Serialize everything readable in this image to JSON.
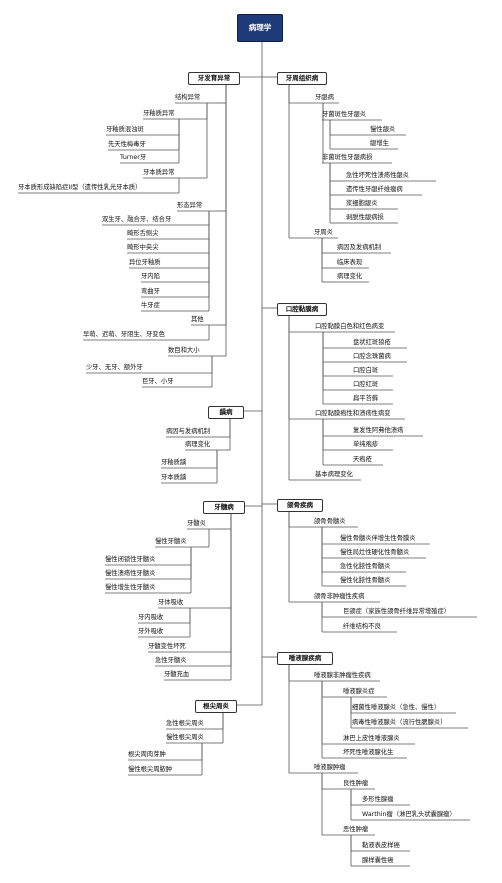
{
  "root": "病理学",
  "nodes": [
    {
      "id": "r",
      "t": "root",
      "label": "病理学"
    },
    {
      "id": "a",
      "t": "box",
      "label": "牙发育异常"
    },
    {
      "id": "a1",
      "t": "lbl",
      "label": "结构异常"
    },
    {
      "id": "a11",
      "t": "lbl",
      "label": "牙釉质异常"
    },
    {
      "id": "a111",
      "t": "lbl",
      "label": "牙釉质混浊斑"
    },
    {
      "id": "a112",
      "t": "lbl",
      "label": "先天性梅毒牙"
    },
    {
      "id": "a113",
      "t": "lbl",
      "label": "Turner牙"
    },
    {
      "id": "a12",
      "t": "lbl",
      "label": "牙本质异常"
    },
    {
      "id": "a121",
      "t": "lbl",
      "label": "牙本质形成缺陷症II型（遗传性乳光牙本质）"
    },
    {
      "id": "a2",
      "t": "lbl",
      "label": "形态异常"
    },
    {
      "id": "a21",
      "t": "lbl",
      "label": "双生牙、融合牙、结合牙"
    },
    {
      "id": "a22",
      "t": "lbl",
      "label": "畸形舌侧尖"
    },
    {
      "id": "a23",
      "t": "lbl",
      "label": "畸形中央尖"
    },
    {
      "id": "a24",
      "t": "lbl",
      "label": "异位牙釉质"
    },
    {
      "id": "a25",
      "t": "lbl",
      "label": "牙内陷"
    },
    {
      "id": "a26",
      "t": "lbl",
      "label": "弯曲牙"
    },
    {
      "id": "a27",
      "t": "lbl",
      "label": "牛牙症"
    },
    {
      "id": "a3",
      "t": "lbl",
      "label": "其他"
    },
    {
      "id": "a31",
      "t": "lbl",
      "label": "早萌、迟萌、牙阻生、牙变色"
    },
    {
      "id": "a4",
      "t": "lbl",
      "label": "数目和大小"
    },
    {
      "id": "a41",
      "t": "lbl",
      "label": "少牙、无牙、额外牙"
    },
    {
      "id": "a42",
      "t": "lbl",
      "label": "巨牙、小牙"
    },
    {
      "id": "b",
      "t": "box",
      "label": "龋病"
    },
    {
      "id": "b1",
      "t": "lbl",
      "label": "病因与发病机制"
    },
    {
      "id": "b2",
      "t": "lbl",
      "label": "病理变化"
    },
    {
      "id": "b21",
      "t": "lbl",
      "label": "牙釉质龋"
    },
    {
      "id": "b22",
      "t": "lbl",
      "label": "牙本质龋"
    },
    {
      "id": "c",
      "t": "box",
      "label": "牙髓病"
    },
    {
      "id": "c1",
      "t": "lbl",
      "label": "牙髓炎"
    },
    {
      "id": "c11",
      "t": "lbl",
      "label": "慢性牙髓炎"
    },
    {
      "id": "c111",
      "t": "lbl",
      "label": "慢性闭锁性牙髓炎"
    },
    {
      "id": "c112",
      "t": "lbl",
      "label": "慢性溃疡性牙髓炎"
    },
    {
      "id": "c113",
      "t": "lbl",
      "label": "慢性增生性牙髓炎"
    },
    {
      "id": "c2",
      "t": "lbl",
      "label": "牙体吸收"
    },
    {
      "id": "c21",
      "t": "lbl",
      "label": "牙内吸收"
    },
    {
      "id": "c22",
      "t": "lbl",
      "label": "牙外吸收"
    },
    {
      "id": "c3",
      "t": "lbl",
      "label": "牙髓变性坏死"
    },
    {
      "id": "c4",
      "t": "lbl",
      "label": "急性牙髓炎"
    },
    {
      "id": "c5",
      "t": "lbl",
      "label": "牙髓充血"
    },
    {
      "id": "d",
      "t": "box",
      "label": "根尖周炎"
    },
    {
      "id": "d1",
      "t": "lbl",
      "label": "急性根尖周炎"
    },
    {
      "id": "d2",
      "t": "lbl",
      "label": "慢性根尖周炎"
    },
    {
      "id": "d21",
      "t": "lbl",
      "label": "根尖周肉芽肿"
    },
    {
      "id": "d22",
      "t": "lbl",
      "label": "慢性根尖周脓肿"
    },
    {
      "id": "e",
      "t": "box",
      "label": "牙周组织病"
    },
    {
      "id": "e1",
      "t": "lbl",
      "label": "牙龈病"
    },
    {
      "id": "e11",
      "t": "lbl",
      "label": "牙菌斑性牙龈炎"
    },
    {
      "id": "e111",
      "t": "lbl",
      "label": "慢性龈炎"
    },
    {
      "id": "e112",
      "t": "lbl",
      "label": "龈增生"
    },
    {
      "id": "e12",
      "t": "lbl",
      "label": "非菌斑性牙龈病损"
    },
    {
      "id": "e121",
      "t": "lbl",
      "label": "急性坏死性溃疡性龈炎"
    },
    {
      "id": "e122",
      "t": "lbl",
      "label": "遗传性牙龈纤维瘤病"
    },
    {
      "id": "e123",
      "t": "lbl",
      "label": "浆细胞龈炎"
    },
    {
      "id": "e124",
      "t": "lbl",
      "label": "剥脱性龈病损"
    },
    {
      "id": "e2",
      "t": "lbl",
      "label": "牙周炎"
    },
    {
      "id": "e21",
      "t": "lbl",
      "label": "病因及发病机制"
    },
    {
      "id": "e22",
      "t": "lbl",
      "label": "临床表现"
    },
    {
      "id": "e23",
      "t": "lbl",
      "label": "病理变化"
    },
    {
      "id": "f",
      "t": "box",
      "label": "口腔黏膜病"
    },
    {
      "id": "f1",
      "t": "lbl",
      "label": "口腔黏膜白色和红色病变"
    },
    {
      "id": "f11",
      "t": "lbl",
      "label": "盘状红斑狼疮"
    },
    {
      "id": "f12",
      "t": "lbl",
      "label": "口腔念珠菌病"
    },
    {
      "id": "f13",
      "t": "lbl",
      "label": "口腔白斑"
    },
    {
      "id": "f14",
      "t": "lbl",
      "label": "口腔红斑"
    },
    {
      "id": "f15",
      "t": "lbl",
      "label": "扁平苔藓"
    },
    {
      "id": "f2",
      "t": "lbl",
      "label": "口腔黏膜疱性和溃疡性病变"
    },
    {
      "id": "f21",
      "t": "lbl",
      "label": "复发性阿弗他溃疡"
    },
    {
      "id": "f22",
      "t": "lbl",
      "label": "单纯疱疹"
    },
    {
      "id": "f23",
      "t": "lbl",
      "label": "天疱疮"
    },
    {
      "id": "f3",
      "t": "lbl",
      "label": "基本病理变化"
    },
    {
      "id": "g",
      "t": "box",
      "label": "颌骨疾病"
    },
    {
      "id": "g1",
      "t": "lbl",
      "label": "颌骨骨髓炎"
    },
    {
      "id": "g11",
      "t": "lbl",
      "label": "慢性骨髓炎伴增生性骨膜炎"
    },
    {
      "id": "g12",
      "t": "lbl",
      "label": "慢性局灶性硬化性骨髓炎"
    },
    {
      "id": "g13",
      "t": "lbl",
      "label": "急性化脓性骨髓炎"
    },
    {
      "id": "g14",
      "t": "lbl",
      "label": "慢性化脓性骨髓炎"
    },
    {
      "id": "g2",
      "t": "lbl",
      "label": "颌骨非肿瘤性疾病"
    },
    {
      "id": "g21",
      "t": "lbl",
      "label": "巨颌症（家族性颌骨纤维异常增殖症）"
    },
    {
      "id": "g22",
      "t": "lbl",
      "label": "纤维结构不良"
    },
    {
      "id": "h",
      "t": "box",
      "label": "唾液腺疾病"
    },
    {
      "id": "h1",
      "t": "lbl",
      "label": "唾液腺非肿瘤性疾病"
    },
    {
      "id": "h11",
      "t": "lbl",
      "label": "唾液腺炎症"
    },
    {
      "id": "h111",
      "t": "lbl",
      "label": "细菌性唾液腺炎（急性、慢性）"
    },
    {
      "id": "h112",
      "t": "lbl",
      "label": "病毒性唾液腺炎（流行性腮腺炎）"
    },
    {
      "id": "h12",
      "t": "lbl",
      "label": "淋巴上皮性唾液腺炎"
    },
    {
      "id": "h13",
      "t": "lbl",
      "label": "坏死性唾液腺化生"
    },
    {
      "id": "h2",
      "t": "lbl",
      "label": "唾液腺肿瘤"
    },
    {
      "id": "h21",
      "t": "lbl",
      "label": "良性肿瘤"
    },
    {
      "id": "h211",
      "t": "lbl",
      "label": "多形性腺瘤"
    },
    {
      "id": "h212",
      "t": "lbl",
      "label": "Warthin瘤（淋巴乳头状囊腺瘤）"
    },
    {
      "id": "h22",
      "t": "lbl",
      "label": "恶性肿瘤"
    },
    {
      "id": "h221",
      "t": "lbl",
      "label": "黏液表皮样癌"
    },
    {
      "id": "h222",
      "t": "lbl",
      "label": "腺样囊性癌"
    }
  ],
  "edges": [
    [
      "r",
      "a"
    ],
    [
      "r",
      "b"
    ],
    [
      "r",
      "c"
    ],
    [
      "r",
      "d"
    ],
    [
      "r",
      "e"
    ],
    [
      "r",
      "f"
    ],
    [
      "r",
      "g"
    ],
    [
      "r",
      "h"
    ],
    [
      "a",
      "a1"
    ],
    [
      "a1",
      "a11"
    ],
    [
      "a11",
      "a111"
    ],
    [
      "a11",
      "a112"
    ],
    [
      "a11",
      "a113"
    ],
    [
      "a1",
      "a12"
    ],
    [
      "a12",
      "a121"
    ],
    [
      "a",
      "a2"
    ],
    [
      "a2",
      "a21"
    ],
    [
      "a2",
      "a22"
    ],
    [
      "a2",
      "a23"
    ],
    [
      "a2",
      "a24"
    ],
    [
      "a2",
      "a25"
    ],
    [
      "a2",
      "a26"
    ],
    [
      "a2",
      "a27"
    ],
    [
      "a",
      "a3"
    ],
    [
      "a3",
      "a31"
    ],
    [
      "a",
      "a4"
    ],
    [
      "a4",
      "a41"
    ],
    [
      "a4",
      "a42"
    ],
    [
      "b",
      "b1"
    ],
    [
      "b",
      "b2"
    ],
    [
      "b2",
      "b21"
    ],
    [
      "b2",
      "b22"
    ],
    [
      "c",
      "c1"
    ],
    [
      "c1",
      "c11"
    ],
    [
      "c11",
      "c111"
    ],
    [
      "c11",
      "c112"
    ],
    [
      "c11",
      "c113"
    ],
    [
      "c",
      "c2"
    ],
    [
      "c2",
      "c21"
    ],
    [
      "c2",
      "c22"
    ],
    [
      "c",
      "c3"
    ],
    [
      "c",
      "c4"
    ],
    [
      "c",
      "c5"
    ],
    [
      "d",
      "d1"
    ],
    [
      "d",
      "d2"
    ],
    [
      "d2",
      "d21"
    ],
    [
      "d2",
      "d22"
    ],
    [
      "e",
      "e1"
    ],
    [
      "e1",
      "e11"
    ],
    [
      "e11",
      "e111"
    ],
    [
      "e11",
      "e112"
    ],
    [
      "e1",
      "e12"
    ],
    [
      "e12",
      "e121"
    ],
    [
      "e12",
      "e122"
    ],
    [
      "e12",
      "e123"
    ],
    [
      "e12",
      "e124"
    ],
    [
      "e",
      "e2"
    ],
    [
      "e2",
      "e21"
    ],
    [
      "e2",
      "e22"
    ],
    [
      "e2",
      "e23"
    ],
    [
      "f",
      "f1"
    ],
    [
      "f1",
      "f11"
    ],
    [
      "f1",
      "f12"
    ],
    [
      "f1",
      "f13"
    ],
    [
      "f1",
      "f14"
    ],
    [
      "f1",
      "f15"
    ],
    [
      "f",
      "f2"
    ],
    [
      "f2",
      "f21"
    ],
    [
      "f2",
      "f22"
    ],
    [
      "f2",
      "f23"
    ],
    [
      "f",
      "f3"
    ],
    [
      "g",
      "g1"
    ],
    [
      "g1",
      "g11"
    ],
    [
      "g1",
      "g12"
    ],
    [
      "g1",
      "g13"
    ],
    [
      "g1",
      "g14"
    ],
    [
      "g",
      "g2"
    ],
    [
      "g2",
      "g21"
    ],
    [
      "g2",
      "g22"
    ],
    [
      "h",
      "h1"
    ],
    [
      "h1",
      "h11"
    ],
    [
      "h11",
      "h111"
    ],
    [
      "h11",
      "h112"
    ],
    [
      "h1",
      "h12"
    ],
    [
      "h1",
      "h13"
    ],
    [
      "h",
      "h2"
    ],
    [
      "h2",
      "h21"
    ],
    [
      "h21",
      "h211"
    ],
    [
      "h21",
      "h212"
    ],
    [
      "h2",
      "h22"
    ],
    [
      "h22",
      "h221"
    ],
    [
      "h22",
      "h222"
    ]
  ]
}
